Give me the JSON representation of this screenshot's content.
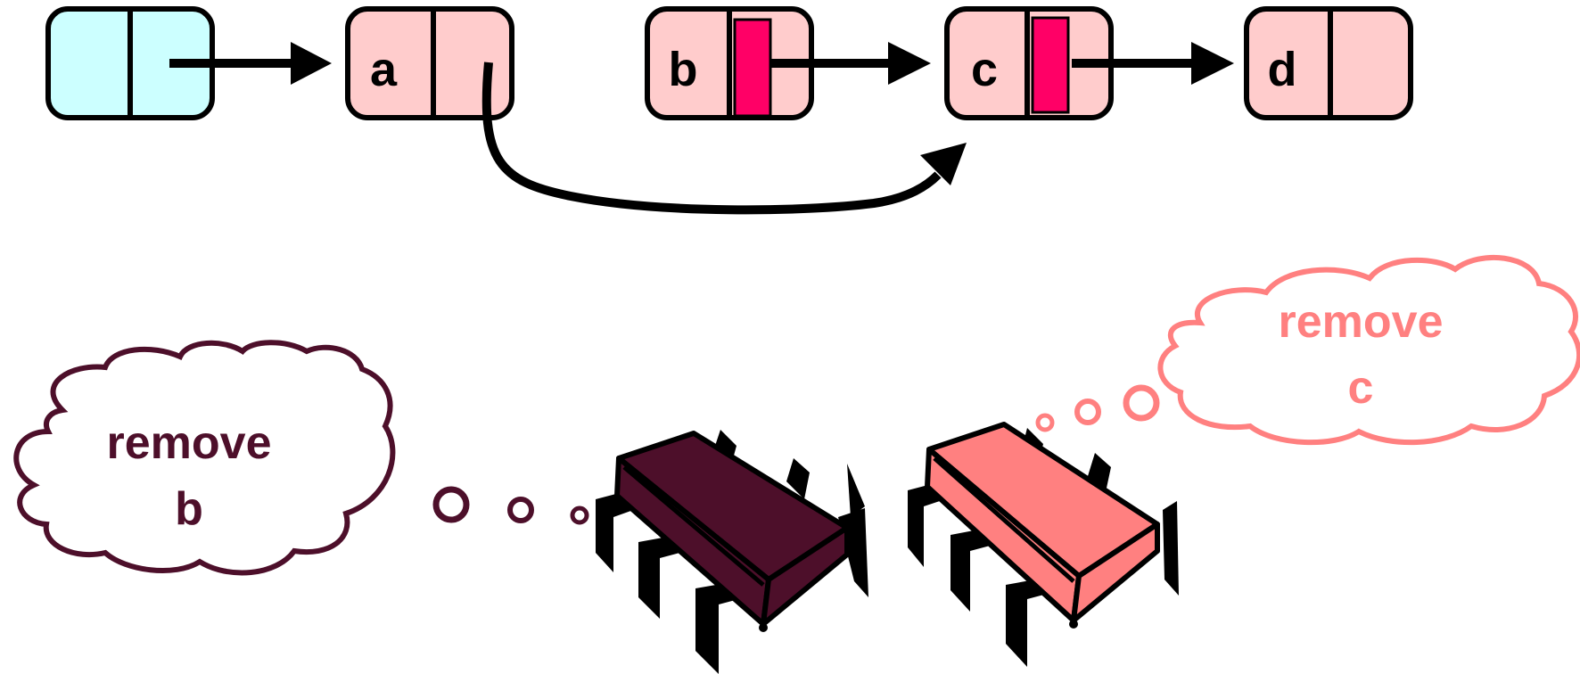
{
  "list": {
    "nodes": [
      {
        "key": "head",
        "label": ""
      },
      {
        "key": "a",
        "label": "a"
      },
      {
        "key": "b",
        "label": "b"
      },
      {
        "key": "c",
        "label": "c"
      },
      {
        "key": "d",
        "label": "d"
      }
    ]
  },
  "threads": {
    "left": {
      "thought_line1": "remove",
      "thought_line2": "b"
    },
    "right": {
      "thought_line1": "remove",
      "thought_line2": "c"
    }
  },
  "colors": {
    "head_fill": "#ccffff",
    "node_fill": "#ffcccc",
    "lock_fill": "#ff0066",
    "thread_left": "#4d0f2a",
    "thread_right": "#ff8080",
    "outline": "#000000"
  }
}
